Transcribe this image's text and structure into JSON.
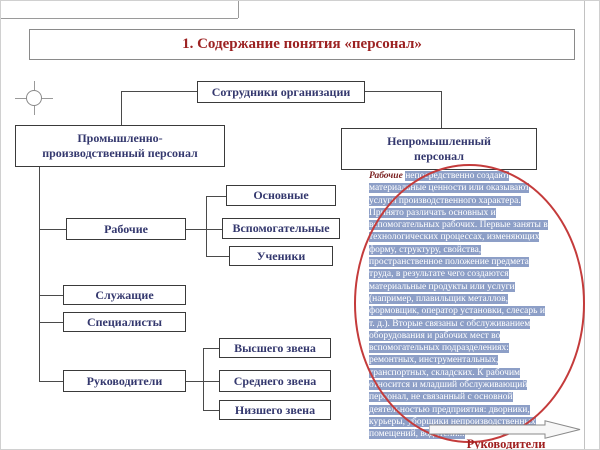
{
  "slide": {
    "title": "1. Содержание понятия «персонал»"
  },
  "diagram": {
    "root": "Сотрудники организации",
    "left_branch": {
      "line1": "Промышленно-",
      "line2": "производственный персонал"
    },
    "right_branch": {
      "line1": "Непромышленный",
      "line2": "персонал"
    },
    "categories": {
      "workers": "Рабочие",
      "clerks": "Служащие",
      "specialists": "Специалисты",
      "managers": "Руководители"
    },
    "worker_types": [
      "Основные",
      "Вспомогательные",
      "Ученики"
    ],
    "manager_levels": [
      "Высшего звена",
      "Среднего звена",
      "Низшего звена"
    ]
  },
  "note": {
    "lead": "Рабочие",
    "body": "непосредственно создают материальные ценности или оказывают услуги производственного характера. Принято различать основных и вспомогательных рабочих. Первые заняты в технологических процессах, изменяющих форму, структуру, свойства, пространственное положение предмета труда, в результате чего создаются материальные продукты или услуги (например, плавильщик металлов, формовщик, оператор установки, слесарь и т. д.). Вторые связаны с обслуживанием оборудования и рабочих мест во вспомогательных подразделениях: ремонтных, инструментальных, транспортных, складских. К рабочим относится и младший обслуживающий персонал, не связанный с основной деятельностью предприятия: дворники, курьеры, уборщики непроизводственных помещений, водители..."
  },
  "footer": {
    "arrow_label": "Руководители"
  },
  "colors": {
    "title_text": "#9c2222",
    "box_text": "#34386e",
    "highlight_bg": "#8d9fc7",
    "highlight_text": "#ffffff",
    "oval_stroke": "#c43b3b"
  }
}
